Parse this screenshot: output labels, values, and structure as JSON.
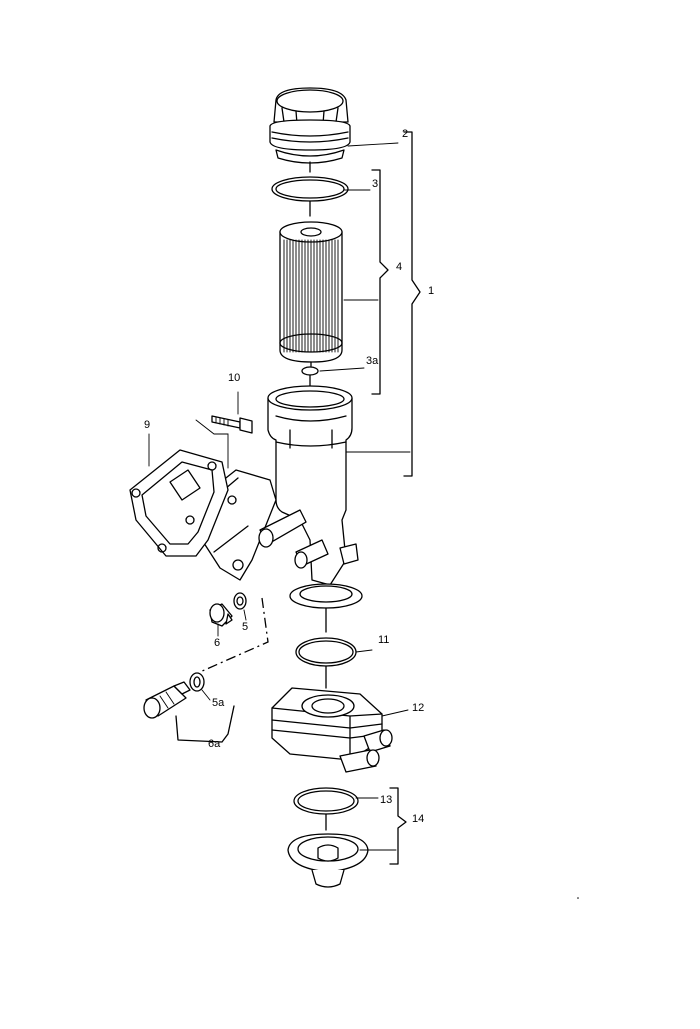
{
  "callouts": {
    "c1": "1",
    "c2": "2",
    "c3": "3",
    "c3a": "3a",
    "c4": "4",
    "c5": "5",
    "c5a": "5a",
    "c6": "6",
    "c6a": "6a",
    "c9": "9",
    "c10": "10",
    "c11": "11",
    "c12": "12",
    "c13": "13",
    "c14": "14"
  }
}
